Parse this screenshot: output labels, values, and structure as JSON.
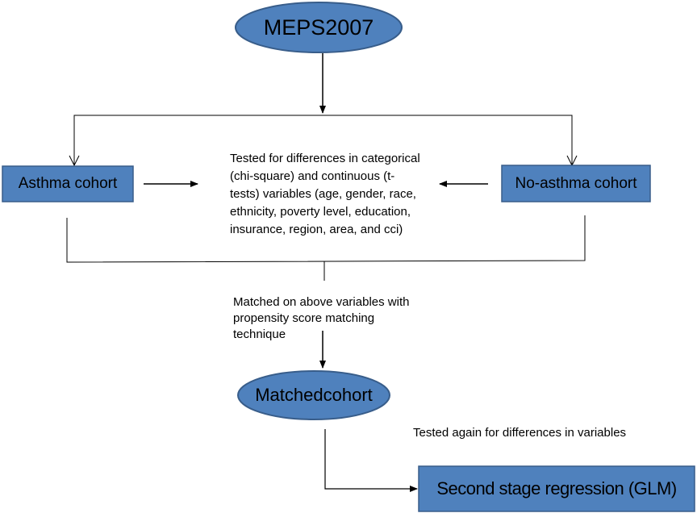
{
  "colors": {
    "node_fill": "#4f81bd",
    "node_stroke": "#385d8a",
    "line": "#000000"
  },
  "nodes": {
    "source": "MEPS2007",
    "asthma": "Asthma cohort",
    "no_asthma": "No-asthma cohort",
    "matched": "Matchedcohort",
    "regression": "Second stage regression (GLM)"
  },
  "notes": {
    "tested_lines": [
      "Tested for differences in categorical",
      "(chi-square) and continuous (t-",
      "tests) variables (age, gender, race,",
      "ethnicity, poverty level, education,",
      "insurance, region, area, and cci)"
    ],
    "matched_lines": [
      "Matched on above variables with",
      "propensity score matching",
      "technique"
    ],
    "tested_again": "Tested again for differences in variables"
  }
}
